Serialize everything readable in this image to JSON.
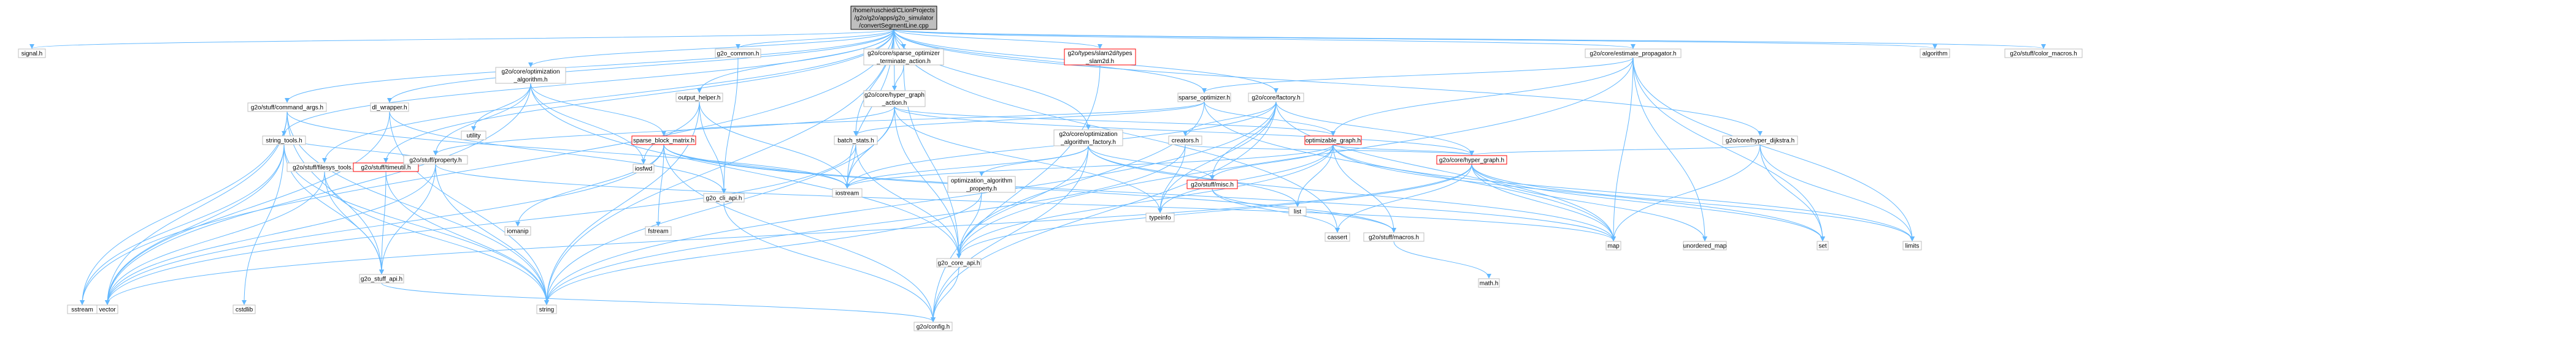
{
  "colors": {
    "edge": "#63b8ff",
    "node_border": "#bfbfbf",
    "red_border": "#ff0000",
    "root_fill": "#bfbfbf"
  },
  "nodes": [
    {
      "id": "root",
      "lines": [
        "/home/ruschied/CLionProjects",
        "/g2o/g2o/apps/g2o_simulator",
        "/convertSegmentLine.cpp"
      ],
      "style": "root"
    },
    {
      "id": "signal",
      "lines": [
        "signal.h"
      ]
    },
    {
      "id": "sstream",
      "lines": [
        "sstream"
      ]
    },
    {
      "id": "string_tools",
      "lines": [
        "string_tools.h"
      ]
    },
    {
      "id": "command_args",
      "lines": [
        "g2o/stuff/command_args.h"
      ]
    },
    {
      "id": "filesys",
      "lines": [
        "g2o/stuff/filesys_tools.h"
      ]
    },
    {
      "id": "timeutil",
      "lines": [
        "g2o/stuff/timeutil.h"
      ],
      "style": "red"
    },
    {
      "id": "dl_wrapper",
      "lines": [
        "dl_wrapper.h"
      ]
    },
    {
      "id": "opt_algo",
      "lines": [
        "g2o/core/optimization",
        "_algorithm.h"
      ]
    },
    {
      "id": "output_helper",
      "lines": [
        "output_helper.h"
      ]
    },
    {
      "id": "g2o_common",
      "lines": [
        "g2o_common.h"
      ]
    },
    {
      "id": "sparse_term",
      "lines": [
        "g2o/core/sparse_optimizer",
        "_terminate_action.h"
      ]
    },
    {
      "id": "hyper_graph_action",
      "lines": [
        "g2o/core/hyper_graph",
        "_action.h"
      ]
    },
    {
      "id": "slam2d",
      "lines": [
        "g2o/types/slam2d/types",
        "_slam2d.h"
      ],
      "style": "red"
    },
    {
      "id": "sparse_optimizer",
      "lines": [
        "sparse_optimizer.h"
      ]
    },
    {
      "id": "factory",
      "lines": [
        "g2o/core/factory.h"
      ]
    },
    {
      "id": "estimate_prop",
      "lines": [
        "g2o/core/estimate_propagator.h"
      ]
    },
    {
      "id": "algorithm",
      "lines": [
        "algorithm"
      ]
    },
    {
      "id": "color_macros",
      "lines": [
        "g2o/stuff/color_macros.h"
      ]
    },
    {
      "id": "hyper_dijkstra",
      "lines": [
        "g2o/core/hyper_dijkstra.h"
      ]
    },
    {
      "id": "property",
      "lines": [
        "g2o/stuff/property.h"
      ]
    },
    {
      "id": "utility",
      "lines": [
        "utility"
      ]
    },
    {
      "id": "sparse_block_matrix",
      "lines": [
        "sparse_block_matrix.h"
      ],
      "style": "red"
    },
    {
      "id": "batch_stats",
      "lines": [
        "batch_stats.h"
      ]
    },
    {
      "id": "opt_algo_factory",
      "lines": [
        "g2o/core/optimization",
        "_algorithm_factory.h"
      ]
    },
    {
      "id": "creators",
      "lines": [
        "creators.h"
      ]
    },
    {
      "id": "optimizable_graph",
      "lines": [
        "optimizable_graph.h"
      ],
      "style": "red"
    },
    {
      "id": "core_hyper_graph",
      "lines": [
        "g2o/core/hyper_graph.h"
      ],
      "style": "red"
    },
    {
      "id": "iostream",
      "lines": [
        "iostream"
      ]
    },
    {
      "id": "rosted",
      "lines": [
        "iosfwd"
      ]
    },
    {
      "id": "g2o_cli_api",
      "lines": [
        "g2o_cli_api.h"
      ]
    },
    {
      "id": "opt_algo_property",
      "lines": [
        "optimization_algorithm",
        "_property.h"
      ]
    },
    {
      "id": "stuff_misc",
      "lines": [
        "g2o/stuff/misc.h"
      ],
      "style": "red"
    },
    {
      "id": "iomanip",
      "lines": [
        "iomanip"
      ]
    },
    {
      "id": "fstream",
      "lines": [
        "fstream"
      ]
    },
    {
      "id": "typeinfo",
      "lines": [
        "typeinfo"
      ]
    },
    {
      "id": "list",
      "lines": [
        "list"
      ]
    },
    {
      "id": "vector",
      "lines": [
        "vector"
      ]
    },
    {
      "id": "cstdlib",
      "lines": [
        "cstdlib"
      ]
    },
    {
      "id": "string",
      "lines": [
        "string"
      ]
    },
    {
      "id": "g2o_stuff_api",
      "lines": [
        "g2o_stuff_api.h"
      ]
    },
    {
      "id": "g2o_core_api",
      "lines": [
        "g2o_core_api.h"
      ]
    },
    {
      "id": "cassert",
      "lines": [
        "cassert"
      ]
    },
    {
      "id": "stuff_macros",
      "lines": [
        "g2o/stuff/macros.h"
      ]
    },
    {
      "id": "map",
      "lines": [
        "map"
      ]
    },
    {
      "id": "unordered_map",
      "lines": [
        "unordered_map"
      ]
    },
    {
      "id": "set",
      "lines": [
        "set"
      ]
    },
    {
      "id": "limits",
      "lines": [
        "limits"
      ]
    },
    {
      "id": "math",
      "lines": [
        "math.h"
      ]
    },
    {
      "id": "g2o_config",
      "lines": [
        "g2o/config.h"
      ]
    }
  ],
  "edges": [
    [
      "root",
      "signal"
    ],
    [
      "root",
      "sstream"
    ],
    [
      "root",
      "string_tools"
    ],
    [
      "root",
      "command_args"
    ],
    [
      "root",
      "filesys"
    ],
    [
      "root",
      "timeutil"
    ],
    [
      "root",
      "dl_wrapper"
    ],
    [
      "root",
      "opt_algo"
    ],
    [
      "root",
      "output_helper"
    ],
    [
      "root",
      "g2o_common"
    ],
    [
      "root",
      "sparse_term"
    ],
    [
      "root",
      "hyper_graph_action"
    ],
    [
      "root",
      "slam2d"
    ],
    [
      "root",
      "sparse_optimizer"
    ],
    [
      "root",
      "factory"
    ],
    [
      "root",
      "estimate_prop"
    ],
    [
      "root",
      "algorithm"
    ],
    [
      "root",
      "color_macros"
    ],
    [
      "root",
      "hyper_dijkstra"
    ],
    [
      "root",
      "iostream"
    ],
    [
      "root",
      "opt_algo_factory"
    ],
    [
      "root",
      "batch_stats"
    ],
    [
      "root",
      "cassert"
    ],
    [
      "root",
      "string"
    ],
    [
      "string_tools",
      "sstream"
    ],
    [
      "string_tools",
      "vector"
    ],
    [
      "string_tools",
      "cstdlib"
    ],
    [
      "string_tools",
      "string"
    ],
    [
      "string_tools",
      "g2o_stuff_api"
    ],
    [
      "command_args",
      "sstream"
    ],
    [
      "command_args",
      "vector"
    ],
    [
      "command_args",
      "string"
    ],
    [
      "command_args",
      "g2o_stuff_api"
    ],
    [
      "command_args",
      "iostream"
    ],
    [
      "filesys",
      "vector"
    ],
    [
      "filesys",
      "string"
    ],
    [
      "filesys",
      "g2o_stuff_api"
    ],
    [
      "timeutil",
      "string"
    ],
    [
      "timeutil",
      "g2o_stuff_api"
    ],
    [
      "dl_wrapper",
      "vector"
    ],
    [
      "dl_wrapper",
      "string"
    ],
    [
      "dl_wrapper",
      "g2o_cli_api"
    ],
    [
      "opt_algo",
      "vector"
    ],
    [
      "opt_algo",
      "utility"
    ],
    [
      "opt_algo",
      "rosted"
    ],
    [
      "opt_algo",
      "property"
    ],
    [
      "opt_algo",
      "sparse_block_matrix"
    ],
    [
      "opt_algo",
      "g2o_core_api"
    ],
    [
      "output_helper",
      "string"
    ],
    [
      "output_helper",
      "g2o_cli_api"
    ],
    [
      "output_helper",
      "iostream"
    ],
    [
      "output_helper",
      "rosted"
    ],
    [
      "g2o_common",
      "g2o_cli_api"
    ],
    [
      "sparse_term",
      "hyper_graph_action"
    ],
    [
      "sparse_term",
      "g2o_core_api"
    ],
    [
      "hyper_graph_action",
      "typeinfo"
    ],
    [
      "hyper_graph_action",
      "iostream"
    ],
    [
      "hyper_graph_action",
      "optimizable_graph"
    ],
    [
      "hyper_graph_action",
      "core_hyper_graph"
    ],
    [
      "hyper_graph_action",
      "property"
    ],
    [
      "hyper_graph_action",
      "g2o_core_api"
    ],
    [
      "hyper_graph_action",
      "string"
    ],
    [
      "slam2d",
      "g2o_config"
    ],
    [
      "sparse_optimizer",
      "optimizable_graph"
    ],
    [
      "sparse_optimizer",
      "sparse_block_matrix"
    ],
    [
      "sparse_optimizer",
      "batch_stats"
    ],
    [
      "sparse_optimizer",
      "map"
    ],
    [
      "sparse_optimizer",
      "g2o_core_api"
    ],
    [
      "factory",
      "creators"
    ],
    [
      "factory",
      "core_hyper_graph"
    ],
    [
      "factory",
      "g2o_config"
    ],
    [
      "factory",
      "stuff_misc"
    ],
    [
      "factory",
      "map"
    ],
    [
      "factory",
      "string"
    ],
    [
      "factory",
      "iostream"
    ],
    [
      "factory",
      "typeinfo"
    ],
    [
      "estimate_prop",
      "set"
    ],
    [
      "estimate_prop",
      "limits"
    ],
    [
      "estimate_prop",
      "map"
    ],
    [
      "estimate_prop",
      "unordered_map"
    ],
    [
      "estimate_prop",
      "optimizable_graph"
    ],
    [
      "estimate_prop",
      "sparse_optimizer"
    ],
    [
      "estimate_prop",
      "g2o_core_api"
    ],
    [
      "hyper_dijkstra",
      "core_hyper_graph"
    ],
    [
      "hyper_dijkstra",
      "set"
    ],
    [
      "hyper_dijkstra",
      "limits"
    ],
    [
      "hyper_dijkstra",
      "map"
    ],
    [
      "property",
      "string"
    ],
    [
      "property",
      "vector"
    ],
    [
      "property",
      "map"
    ],
    [
      "property",
      "string_tools"
    ],
    [
      "property",
      "g2o_stuff_api"
    ],
    [
      "sparse_block_matrix",
      "iostream"
    ],
    [
      "sparse_block_matrix",
      "iomanip"
    ],
    [
      "sparse_block_matrix",
      "fstream"
    ],
    [
      "sparse_block_matrix",
      "map"
    ],
    [
      "sparse_block_matrix",
      "vector"
    ],
    [
      "sparse_block_matrix",
      "g2o_config"
    ],
    [
      "sparse_block_matrix",
      "stuff_macros"
    ],
    [
      "batch_stats",
      "iostream"
    ],
    [
      "batch_stats",
      "vector"
    ],
    [
      "batch_stats",
      "g2o_core_api"
    ],
    [
      "opt_algo_factory",
      "opt_algo_property"
    ],
    [
      "opt_algo_factory",
      "list"
    ],
    [
      "opt_algo_factory",
      "map"
    ],
    [
      "opt_algo_factory",
      "iostream"
    ],
    [
      "opt_algo_factory",
      "g2o_config"
    ],
    [
      "opt_algo_factory",
      "g2o_core_api"
    ],
    [
      "opt_algo_factory",
      "stuff_misc"
    ],
    [
      "creators",
      "typeinfo"
    ],
    [
      "creators",
      "string"
    ],
    [
      "creators",
      "core_hyper_graph"
    ],
    [
      "optimizable_graph",
      "set"
    ],
    [
      "optimizable_graph",
      "iostream"
    ],
    [
      "optimizable_graph",
      "list"
    ],
    [
      "optimizable_graph",
      "limits"
    ],
    [
      "optimizable_graph",
      "typeinfo"
    ],
    [
      "optimizable_graph",
      "core_hyper_graph"
    ],
    [
      "optimizable_graph",
      "g2o_core_api"
    ],
    [
      "optimizable_graph",
      "stuff_macros"
    ],
    [
      "optimizable_graph",
      "stuff_misc"
    ],
    [
      "core_hyper_graph",
      "map"
    ],
    [
      "core_hyper_graph",
      "set"
    ],
    [
      "core_hyper_graph",
      "vector"
    ],
    [
      "core_hyper_graph",
      "limits"
    ],
    [
      "core_hyper_graph",
      "cassert"
    ],
    [
      "core_hyper_graph",
      "unordered_map"
    ],
    [
      "core_hyper_graph",
      "g2o_core_api"
    ],
    [
      "g2o_cli_api",
      "g2o_config"
    ],
    [
      "opt_algo_property",
      "string"
    ],
    [
      "opt_algo_property",
      "g2o_core_api"
    ],
    [
      "stuff_misc",
      "stuff_macros"
    ],
    [
      "stuff_misc",
      "cassert"
    ],
    [
      "stuff_macros",
      "math"
    ],
    [
      "g2o_stuff_api",
      "g2o_config"
    ],
    [
      "g2o_core_api",
      "g2o_config"
    ]
  ]
}
